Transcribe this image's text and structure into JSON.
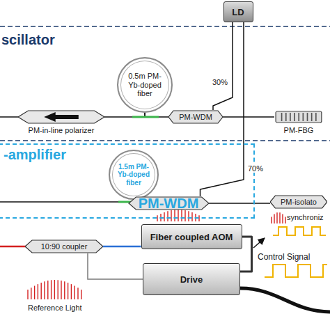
{
  "diagram": {
    "nodes": [
      {
        "text": [
          "LD"
        ]
      },
      {
        "text": [
          "0.5m PM-Yb-doped fiber"
        ]
      },
      {
        "text": [
          "PM-in-line polarizer"
        ]
      },
      {
        "text": [
          "PM-WDM"
        ]
      },
      {
        "text": [
          "PM-FBG"
        ]
      },
      {
        "text": [
          "-amplifier"
        ]
      },
      {
        "text": [
          "1.5m PM-Yb-doped fiber"
        ],
        "in": 5
      },
      {
        "text": [
          "PM-WDM"
        ],
        "in": 5
      },
      {
        "text": [
          "PM-isolato"
        ]
      },
      {
        "text": [
          "Fiber coupled AOM"
        ]
      },
      {
        "text": [
          "10:90 coupler"
        ]
      },
      {
        "text": [
          "Drive"
        ]
      }
    ],
    "edges": [
      {
        "from": 0,
        "to": 3,
        "label": "30%",
        "arrow": "none"
      },
      {
        "from": 0,
        "to": 7,
        "label": "70%",
        "arrow": "none"
      },
      {
        "from": 2,
        "to": 1,
        "arrow": "none"
      },
      {
        "from": 1,
        "to": 3,
        "arrow": "none"
      },
      {
        "from": 3,
        "to": 4,
        "arrow": "none"
      },
      {
        "from": 6,
        "to": 7,
        "arrow": "none"
      },
      {
        "from": 7,
        "to": 8,
        "arrow": "none"
      },
      {
        "from": 10,
        "to": 9,
        "arrow": "none"
      },
      {
        "from": 9,
        "to": 11,
        "arrow": "none"
      },
      {
        "from": 10,
        "to": 11,
        "arrow": "none"
      }
    ],
    "labels": [
      "scillator",
      "Reference Light",
      "synchroniz",
      "Control Signal"
    ]
  }
}
